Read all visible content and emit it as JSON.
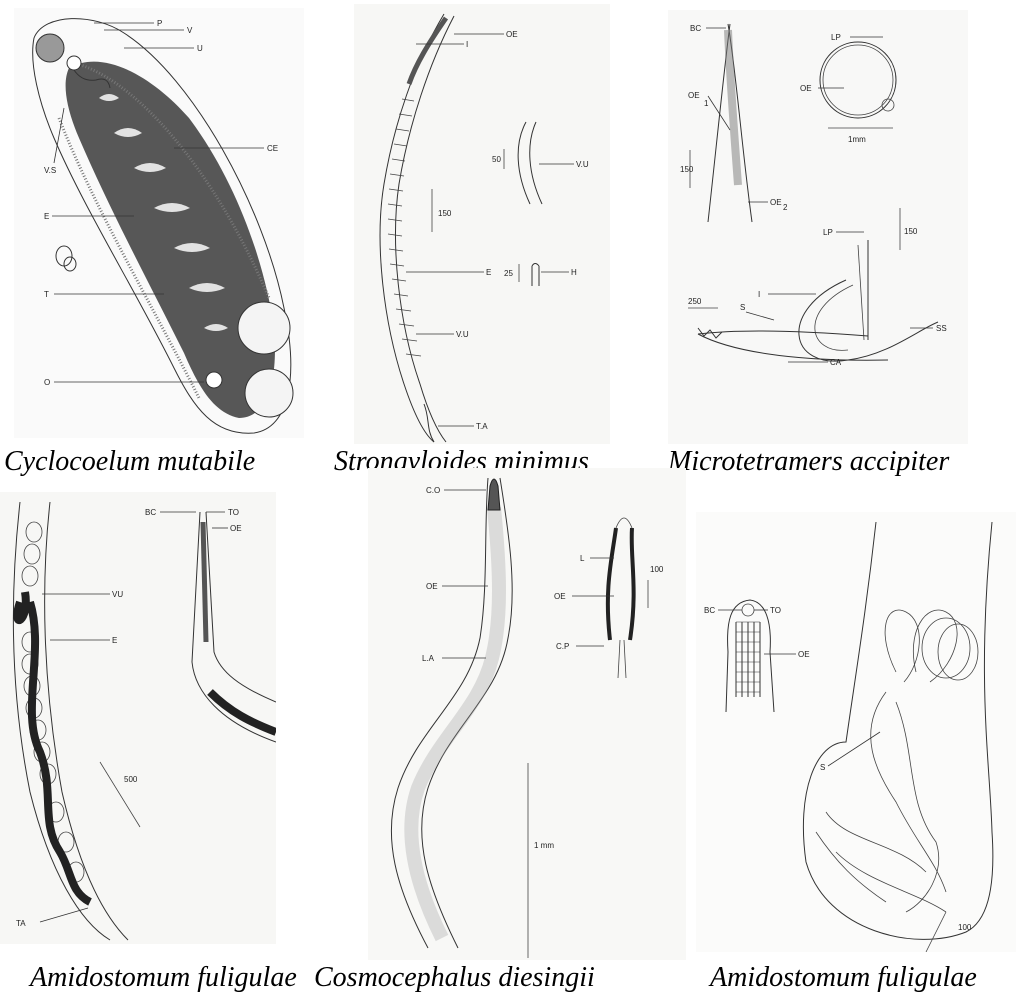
{
  "captions": {
    "p1": "Cyclocoelum  mutabile",
    "p2": "Strongyloides minimus",
    "p3": "Microtetramers  accipiter",
    "p4": "Amidostomum  fuligulae",
    "p5": "Cosmocephalus diesingii",
    "p6": "Amidostomum fuligulae"
  },
  "labels": {
    "p1": [
      "P",
      "V",
      "U",
      "CE",
      "V.S",
      "E",
      "T",
      "O"
    ],
    "p2": [
      "OE",
      "I",
      "50",
      "V.U",
      "150",
      "E",
      "25",
      "H",
      "V.U",
      "T.A"
    ],
    "p3": [
      "BC",
      "OE",
      "1",
      "150",
      "OE",
      "2",
      "LP",
      "OE",
      "1mm",
      "LP",
      "150",
      "I",
      "SS",
      "250",
      "S",
      "CA"
    ],
    "p4": [
      "BC",
      "TO",
      "OE",
      "VU",
      "E",
      "500",
      "TA"
    ],
    "p5": [
      "C.O",
      "OE",
      "L.A",
      "1 mm",
      "L",
      "100",
      "OE",
      "C.P"
    ],
    "p6": [
      "BC",
      "TO",
      "OE",
      "S",
      "100"
    ]
  }
}
